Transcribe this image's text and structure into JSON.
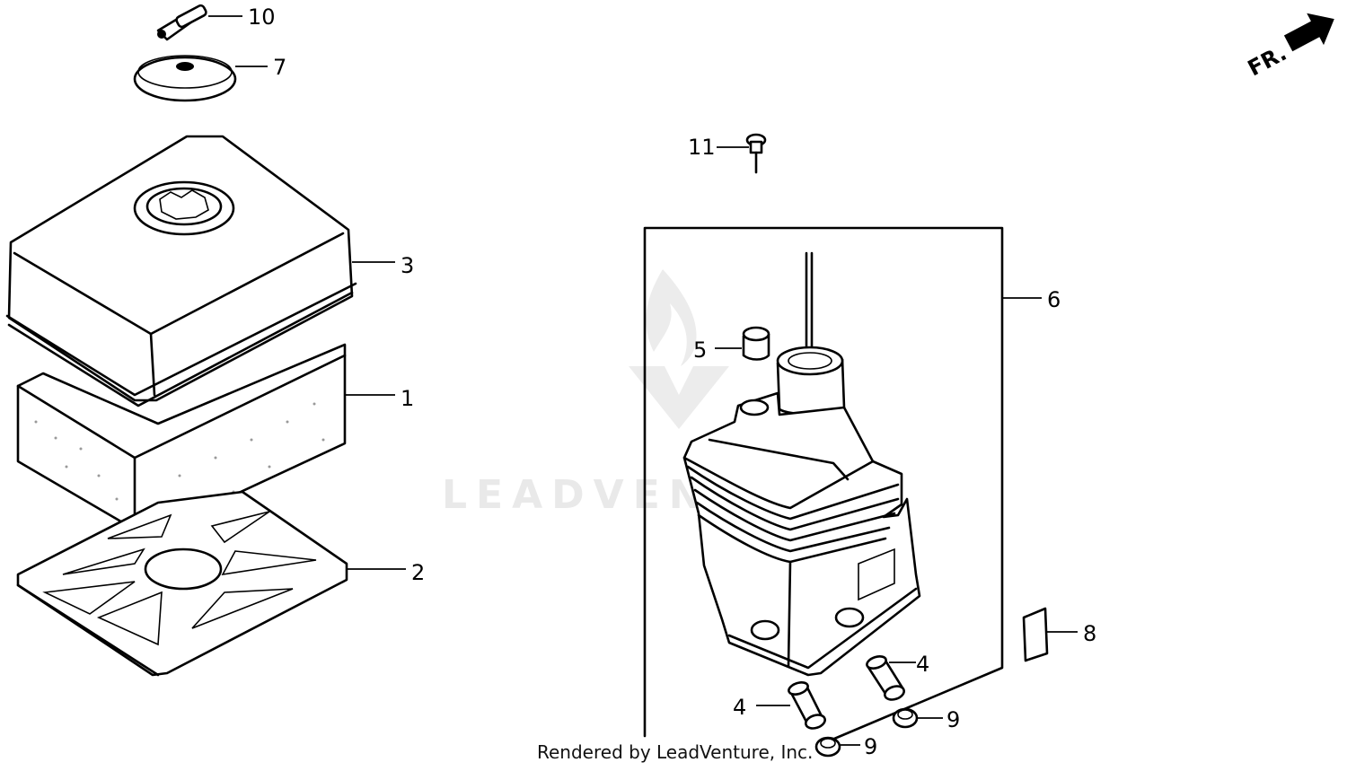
{
  "diagram": {
    "callouts": [
      {
        "id": "p10",
        "label": "10"
      },
      {
        "id": "p7",
        "label": "7"
      },
      {
        "id": "p3",
        "label": "3"
      },
      {
        "id": "p1",
        "label": "1"
      },
      {
        "id": "p2",
        "label": "2"
      },
      {
        "id": "p11",
        "label": "11"
      },
      {
        "id": "p6",
        "label": "6"
      },
      {
        "id": "p5",
        "label": "5"
      },
      {
        "id": "p8",
        "label": "8"
      },
      {
        "id": "p4a",
        "label": "4"
      },
      {
        "id": "p4b",
        "label": "4"
      },
      {
        "id": "p9a",
        "label": "9"
      },
      {
        "id": "p9b",
        "label": "9"
      }
    ],
    "front_marker": "FR.",
    "watermark": "LEADVENTURE",
    "credit": "Rendered by LeadVenture, Inc."
  }
}
